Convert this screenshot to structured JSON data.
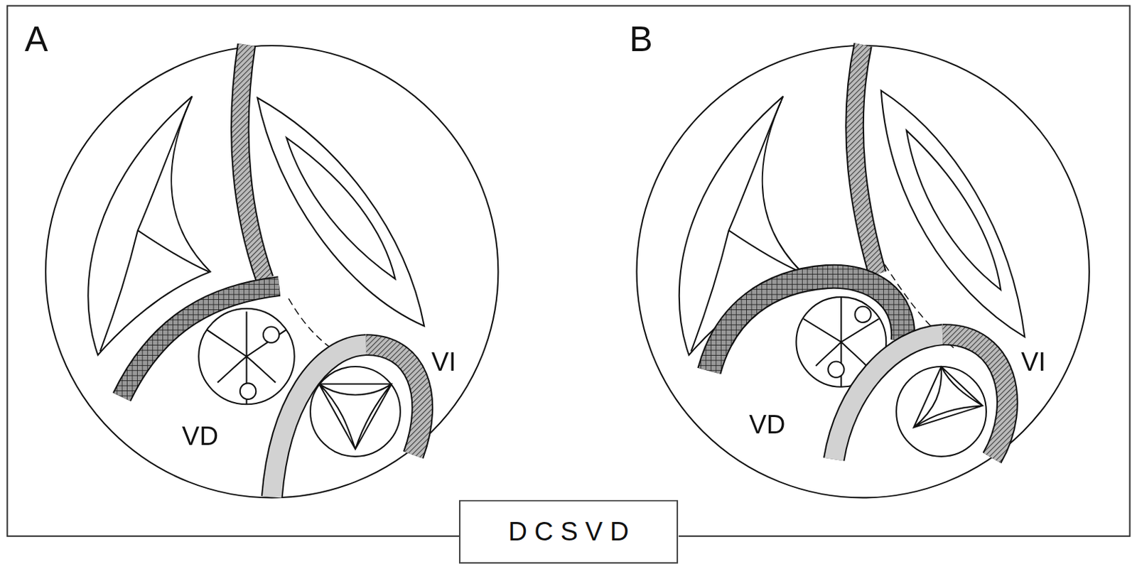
{
  "diagram": {
    "nodes": [
      {
        "text": [
          "D C S V D"
        ]
      }
    ],
    "labels": [
      "A",
      "VD",
      "VI",
      "B",
      "VD",
      "VI"
    ]
  }
}
